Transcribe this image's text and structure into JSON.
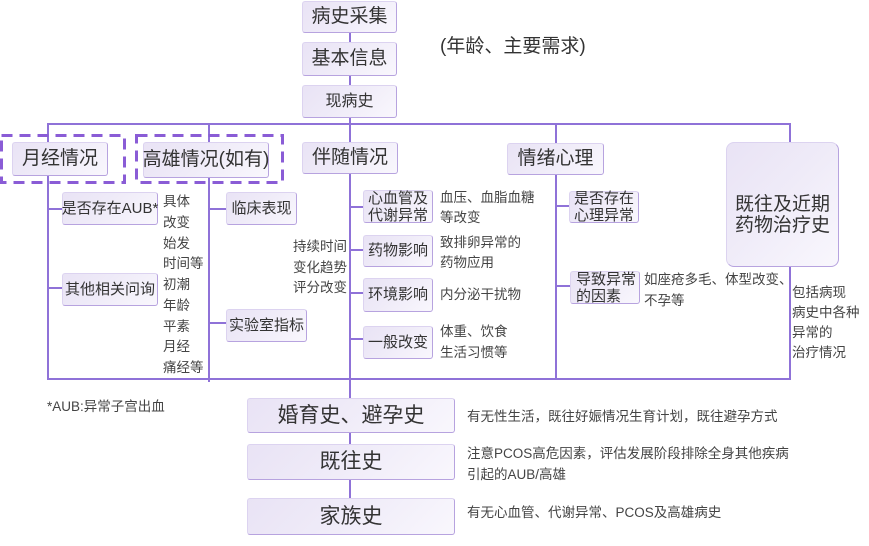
{
  "colors": {
    "connector": "#8f72d8",
    "highlight_dash": "#8a5cd6",
    "node_border": "#dcd3f0",
    "node_border_shade": "#b7a3df",
    "node_fill": "#efebf8",
    "node_text": "#333333",
    "note_text": "#444444"
  },
  "trunk": {
    "root": "病史采集",
    "basic_info": "基本信息",
    "basic_info_note": "(年龄、主要需求)",
    "present_illness": "现病史"
  },
  "branches": {
    "menstruation": {
      "label": "月经情况",
      "highlighted": true,
      "children": [
        {
          "label": "是否存在AUB*",
          "note": [
            "具体",
            "改变",
            "始发",
            "时间等"
          ]
        },
        {
          "label": "其他相关问询",
          "note": [
            "初潮",
            "年龄",
            "平素",
            "月经",
            "痛经等"
          ]
        }
      ]
    },
    "hyperandrogenism": {
      "label": "高雄情况(如有)",
      "highlighted": true,
      "note": [
        "持续时间",
        "变化趋势",
        "评分改变"
      ],
      "children": [
        {
          "label": "临床表现"
        },
        {
          "label": "实验室指标"
        }
      ]
    },
    "accompanying": {
      "label": "伴随情况",
      "children": [
        {
          "label": [
            "心血管及",
            "代谢异常"
          ],
          "note": [
            "血压、血脂血糖",
            "等改变"
          ]
        },
        {
          "label": [
            "药物影响"
          ],
          "note": [
            "致排卵异常的",
            "药物应用"
          ]
        },
        {
          "label": [
            "环境影响"
          ],
          "note": [
            "内分泌干扰物"
          ]
        },
        {
          "label": [
            "一般改变"
          ],
          "note": [
            "体重、饮食",
            "生活习惯等"
          ]
        }
      ]
    },
    "psychology": {
      "label": "情绪心理",
      "children": [
        {
          "label": [
            "是否存在",
            "心理异常"
          ]
        },
        {
          "label": [
            "导致异常",
            "的因素"
          ],
          "note": [
            "如座疮多毛、体型改变、",
            "不孕等"
          ]
        }
      ]
    },
    "medication_history": {
      "label": [
        "既往及近期",
        "药物治疗史"
      ],
      "note": [
        "包括病现",
        "病史中各种",
        "异常的",
        "治疗情况"
      ]
    }
  },
  "footnote": "*AUB:异常子宫出血",
  "history": [
    {
      "label": "婚育史、避孕史",
      "note": [
        "有无性生活，既往好娠情况生育计划，既往避孕方式"
      ]
    },
    {
      "label": "既往史",
      "note": [
        "注意PCOS高危因素，评估发展阶段排除全身其他疾病",
        "引起的AUB/高雄"
      ]
    },
    {
      "label": "家族史",
      "note": [
        "有无心血管、代谢异常、PCOS及高雄病史"
      ]
    }
  ]
}
